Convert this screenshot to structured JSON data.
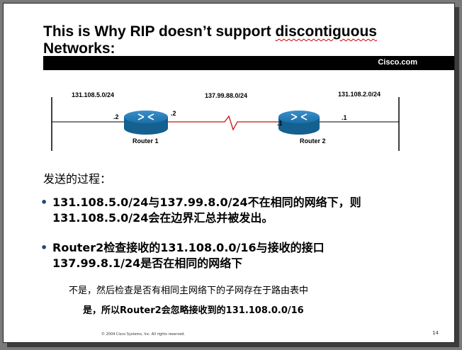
{
  "title": {
    "line1_prefix": "This is Why RIP doesn’t support ",
    "line1_squiggle": "discontiguous",
    "line2": "Networks:"
  },
  "brand": "Cisco.com",
  "diagram": {
    "left_net": "131.108.5.0/24",
    "middle_net": "137.99.88.0/24",
    "right_net": "131.108.2.0/24",
    "r1_left_if": ".2",
    "r1_right_if": ".2",
    "r2_left_if": ".1",
    "r2_right_if": ".1",
    "router1": "Router 1",
    "router2": "Router 2",
    "router_color": "#1a6fa8"
  },
  "heading": "发送的过程：",
  "bullets": [
    {
      "line1": "131.108.5.0/24与137.99.8.0/24不在相同的网络下，则",
      "line2": "131.108.5.0/24会在边界汇总并被发出。"
    },
    {
      "line1": "Router2检查接收的131.108.0.0/16与接收的接口",
      "line2": "137.99.8.1/24是否在相同的网络下"
    }
  ],
  "sub1": "不是，然后检查是否有相同主网络下的子网存在于路由表中",
  "sub2": "是，所以Router2会忽略接收到的131.108.0.0/16",
  "footer": "© 2004 Cisco Systems, Inc. All rights reserved.",
  "page_number": "14"
}
